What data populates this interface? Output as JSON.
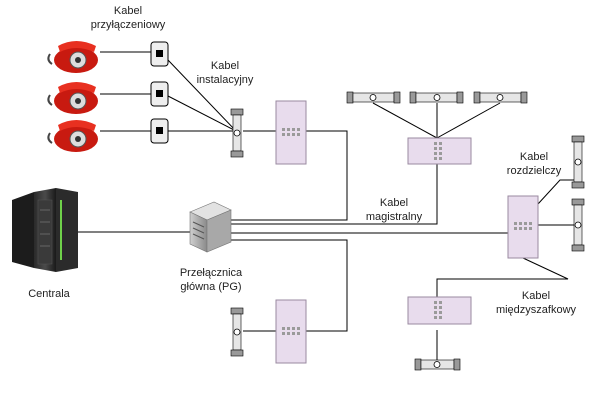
{
  "labels": {
    "kabel_przylaczeniowy": [
      "Kabel",
      "przyłączeniowy"
    ],
    "kabel_instalacyjny": [
      "Kabel",
      "instalacyjny"
    ],
    "kabel_magistralny": [
      "Kabel",
      "magistralny"
    ],
    "kabel_rozdzielczy": [
      "Kabel",
      "rozdzielczy"
    ],
    "kabel_miedzyszafkowy": [
      "Kabel",
      "międzyszafkowy"
    ],
    "przelacznica": [
      "Przełącznica",
      "główna (PG)"
    ],
    "centrala": "Centrala"
  },
  "colors": {
    "phone": "#e02a1a",
    "cabinet_fill": "#e8dced",
    "cabinet_border": "#9a8aa0",
    "line": "#000000",
    "terminal_fill": "#e6e6e6"
  },
  "icons": [
    "telephone-icon",
    "wall-socket-icon",
    "server-rack-icon",
    "switch-server-icon",
    "distribution-cabinet-icon",
    "terminal-block-icon"
  ]
}
